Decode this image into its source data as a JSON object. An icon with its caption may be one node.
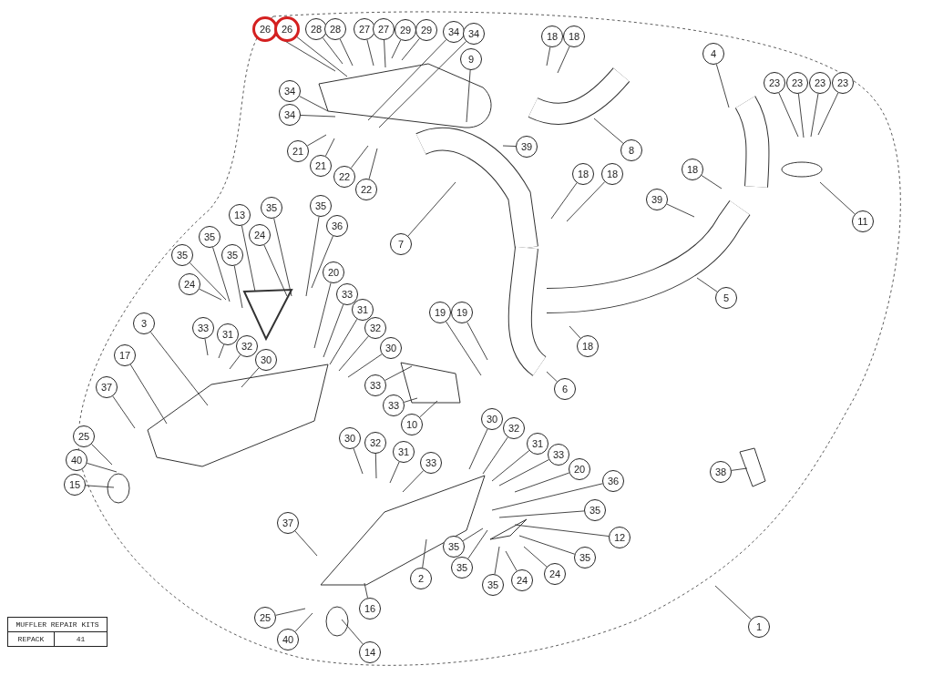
{
  "diagram": {
    "nodes": [
      {
        "text": [
          "26"
        ]
      },
      {
        "text": [
          "26"
        ]
      },
      {
        "text": [
          "28"
        ]
      },
      {
        "text": [
          "28"
        ]
      },
      {
        "text": [
          "27"
        ]
      },
      {
        "text": [
          "27"
        ]
      },
      {
        "text": [
          "29"
        ]
      },
      {
        "text": [
          "29"
        ]
      },
      {
        "text": [
          "34"
        ]
      },
      {
        "text": [
          "34"
        ]
      },
      {
        "text": [
          "9"
        ]
      },
      {
        "text": [
          "34"
        ]
      },
      {
        "text": [
          "34"
        ]
      },
      {
        "text": [
          "21"
        ]
      },
      {
        "text": [
          "21"
        ]
      },
      {
        "text": [
          "22"
        ]
      },
      {
        "text": [
          "22"
        ]
      },
      {
        "text": [
          "7"
        ]
      },
      {
        "text": [
          "39"
        ]
      },
      {
        "text": [
          "18"
        ]
      },
      {
        "text": [
          "18"
        ]
      },
      {
        "text": [
          "8"
        ]
      },
      {
        "text": [
          "4"
        ]
      },
      {
        "text": [
          "23"
        ]
      },
      {
        "text": [
          "23"
        ]
      },
      {
        "text": [
          "23"
        ]
      },
      {
        "text": [
          "23"
        ]
      },
      {
        "text": [
          "11"
        ]
      },
      {
        "text": [
          "18"
        ]
      },
      {
        "text": [
          "18"
        ]
      },
      {
        "text": [
          "39"
        ]
      },
      {
        "text": [
          "18"
        ]
      },
      {
        "text": [
          "5"
        ]
      },
      {
        "text": [
          "18"
        ]
      },
      {
        "text": [
          "19"
        ]
      },
      {
        "text": [
          "19"
        ]
      },
      {
        "text": [
          "6"
        ]
      },
      {
        "text": [
          "13"
        ]
      },
      {
        "text": [
          "35"
        ]
      },
      {
        "text": [
          "35"
        ]
      },
      {
        "text": [
          "35"
        ]
      },
      {
        "text": [
          "24"
        ]
      },
      {
        "text": [
          "24"
        ]
      },
      {
        "text": [
          "35"
        ]
      },
      {
        "text": [
          "35"
        ]
      },
      {
        "text": [
          "36"
        ]
      },
      {
        "text": [
          "20"
        ]
      },
      {
        "text": [
          "33"
        ]
      },
      {
        "text": [
          "31"
        ]
      },
      {
        "text": [
          "32"
        ]
      },
      {
        "text": [
          "30"
        ]
      },
      {
        "text": [
          "33"
        ]
      },
      {
        "text": [
          "31"
        ]
      },
      {
        "text": [
          "32"
        ]
      },
      {
        "text": [
          "30"
        ]
      },
      {
        "text": [
          "3"
        ]
      },
      {
        "text": [
          "17"
        ]
      },
      {
        "text": [
          "37"
        ]
      },
      {
        "text": [
          "33"
        ]
      },
      {
        "text": [
          "33"
        ]
      },
      {
        "text": [
          "10"
        ]
      },
      {
        "text": [
          "25"
        ]
      },
      {
        "text": [
          "40"
        ]
      },
      {
        "text": [
          "15"
        ]
      },
      {
        "text": [
          "30"
        ]
      },
      {
        "text": [
          "32"
        ]
      },
      {
        "text": [
          "31"
        ]
      },
      {
        "text": [
          "33"
        ]
      },
      {
        "text": [
          "30"
        ]
      },
      {
        "text": [
          "32"
        ]
      },
      {
        "text": [
          "31"
        ]
      },
      {
        "text": [
          "33"
        ]
      },
      {
        "text": [
          "20"
        ]
      },
      {
        "text": [
          "36"
        ]
      },
      {
        "text": [
          "35"
        ]
      },
      {
        "text": [
          "12"
        ]
      },
      {
        "text": [
          "35"
        ]
      },
      {
        "text": [
          "24"
        ]
      },
      {
        "text": [
          "24"
        ]
      },
      {
        "text": [
          "35"
        ]
      },
      {
        "text": [
          "35"
        ]
      },
      {
        "text": [
          "35"
        ]
      },
      {
        "text": [
          "2"
        ]
      },
      {
        "text": [
          "37"
        ]
      },
      {
        "text": [
          "16"
        ]
      },
      {
        "text": [
          "25"
        ]
      },
      {
        "text": [
          "40"
        ]
      },
      {
        "text": [
          "14"
        ]
      },
      {
        "text": [
          "38"
        ]
      },
      {
        "text": [
          "1"
        ]
      }
    ],
    "edges": [
      {
        "from": 0,
        "to": null,
        "arrow": "none"
      },
      {
        "from": 1,
        "to": null,
        "arrow": "none"
      },
      {
        "from": 2,
        "to": null,
        "arrow": "none"
      },
      {
        "from": 3,
        "to": null,
        "arrow": "none"
      },
      {
        "from": 4,
        "to": null,
        "arrow": "none"
      },
      {
        "from": 5,
        "to": null,
        "arrow": "none"
      },
      {
        "from": 6,
        "to": null,
        "arrow": "none"
      },
      {
        "from": 7,
        "to": null,
        "arrow": "none"
      },
      {
        "from": 8,
        "to": null,
        "arrow": "none"
      },
      {
        "from": 9,
        "to": null,
        "arrow": "none"
      },
      {
        "from": 10,
        "to": null,
        "arrow": "none"
      },
      {
        "from": 11,
        "to": null,
        "arrow": "none"
      },
      {
        "from": 12,
        "to": null,
        "arrow": "none"
      },
      {
        "from": 13,
        "to": null,
        "arrow": "none"
      },
      {
        "from": 14,
        "to": null,
        "arrow": "none"
      },
      {
        "from": 15,
        "to": null,
        "arrow": "none"
      },
      {
        "from": 16,
        "to": null,
        "arrow": "none"
      },
      {
        "from": 17,
        "to": null,
        "arrow": "none"
      },
      {
        "from": 18,
        "to": null,
        "arrow": "none"
      },
      {
        "from": 19,
        "to": null,
        "arrow": "none"
      },
      {
        "from": 20,
        "to": null,
        "arrow": "none"
      },
      {
        "from": 21,
        "to": null,
        "arrow": "none"
      },
      {
        "from": 22,
        "to": null,
        "arrow": "none"
      },
      {
        "from": 23,
        "to": null,
        "arrow": "none"
      },
      {
        "from": 24,
        "to": null,
        "arrow": "none"
      },
      {
        "from": 25,
        "to": null,
        "arrow": "none"
      },
      {
        "from": 26,
        "to": null,
        "arrow": "none"
      },
      {
        "from": 27,
        "to": null,
        "arrow": "none"
      },
      {
        "from": 28,
        "to": null,
        "arrow": "none"
      },
      {
        "from": 29,
        "to": null,
        "arrow": "none"
      },
      {
        "from": 30,
        "to": null,
        "arrow": "none"
      },
      {
        "from": 31,
        "to": null,
        "arrow": "none"
      },
      {
        "from": 32,
        "to": null,
        "arrow": "none"
      },
      {
        "from": 33,
        "to": null,
        "arrow": "none"
      },
      {
        "from": 34,
        "to": null,
        "arrow": "none"
      },
      {
        "from": 35,
        "to": null,
        "arrow": "none"
      },
      {
        "from": 36,
        "to": null,
        "arrow": "none"
      },
      {
        "from": 37,
        "to": null,
        "arrow": "none"
      },
      {
        "from": 38,
        "to": null,
        "arrow": "none"
      },
      {
        "from": 39,
        "to": null,
        "arrow": "none"
      },
      {
        "from": 40,
        "to": null,
        "arrow": "none"
      },
      {
        "from": 41,
        "to": null,
        "arrow": "none"
      },
      {
        "from": 42,
        "to": null,
        "arrow": "none"
      },
      {
        "from": 43,
        "to": null,
        "arrow": "none"
      },
      {
        "from": 44,
        "to": null,
        "arrow": "none"
      },
      {
        "from": 45,
        "to": null,
        "arrow": "none"
      },
      {
        "from": 46,
        "to": null,
        "arrow": "none"
      },
      {
        "from": 47,
        "to": null,
        "arrow": "none"
      },
      {
        "from": 48,
        "to": null,
        "arrow": "none"
      },
      {
        "from": 49,
        "to": null,
        "arrow": "none"
      },
      {
        "from": 50,
        "to": null,
        "arrow": "none"
      },
      {
        "from": 51,
        "to": null,
        "arrow": "none"
      },
      {
        "from": 52,
        "to": null,
        "arrow": "none"
      },
      {
        "from": 53,
        "to": null,
        "arrow": "none"
      },
      {
        "from": 54,
        "to": null,
        "arrow": "none"
      },
      {
        "from": 55,
        "to": null,
        "arrow": "none"
      },
      {
        "from": 56,
        "to": null,
        "arrow": "none"
      },
      {
        "from": 57,
        "to": null,
        "arrow": "none"
      },
      {
        "from": 58,
        "to": null,
        "arrow": "none"
      },
      {
        "from": 59,
        "to": null,
        "arrow": "none"
      },
      {
        "from": 60,
        "to": null,
        "arrow": "none"
      },
      {
        "from": 61,
        "to": null,
        "arrow": "none"
      },
      {
        "from": 62,
        "to": null,
        "arrow": "none"
      },
      {
        "from": 63,
        "to": null,
        "arrow": "none"
      },
      {
        "from": 64,
        "to": null,
        "arrow": "none"
      },
      {
        "from": 65,
        "to": null,
        "arrow": "none"
      },
      {
        "from": 66,
        "to": null,
        "arrow": "none"
      },
      {
        "from": 67,
        "to": null,
        "arrow": "none"
      },
      {
        "from": 68,
        "to": null,
        "arrow": "none"
      },
      {
        "from": 69,
        "to": null,
        "arrow": "none"
      },
      {
        "from": 70,
        "to": null,
        "arrow": "none"
      },
      {
        "from": 71,
        "to": null,
        "arrow": "none"
      },
      {
        "from": 72,
        "to": null,
        "arrow": "none"
      },
      {
        "from": 73,
        "to": null,
        "arrow": "none"
      },
      {
        "from": 74,
        "to": null,
        "arrow": "none"
      },
      {
        "from": 75,
        "to": null,
        "arrow": "none"
      },
      {
        "from": 76,
        "to": null,
        "arrow": "none"
      },
      {
        "from": 77,
        "to": null,
        "arrow": "none"
      },
      {
        "from": 78,
        "to": null,
        "arrow": "none"
      },
      {
        "from": 79,
        "to": null,
        "arrow": "none"
      },
      {
        "from": 80,
        "to": null,
        "arrow": "none"
      },
      {
        "from": 81,
        "to": null,
        "arrow": "none"
      },
      {
        "from": 82,
        "to": null,
        "arrow": "none"
      },
      {
        "from": 83,
        "to": null,
        "arrow": "none"
      },
      {
        "from": 84,
        "to": null,
        "arrow": "none"
      },
      {
        "from": 85,
        "to": null,
        "arrow": "none"
      },
      {
        "from": 86,
        "to": null,
        "arrow": "none"
      },
      {
        "from": 87,
        "to": null,
        "arrow": "none"
      },
      {
        "from": 88,
        "to": null,
        "arrow": "none"
      },
      {
        "from": 89,
        "to": null,
        "arrow": "none"
      }
    ],
    "labels": [
      "MUFFLER REPAIR KITS",
      "REPACK",
      "41"
    ]
  }
}
